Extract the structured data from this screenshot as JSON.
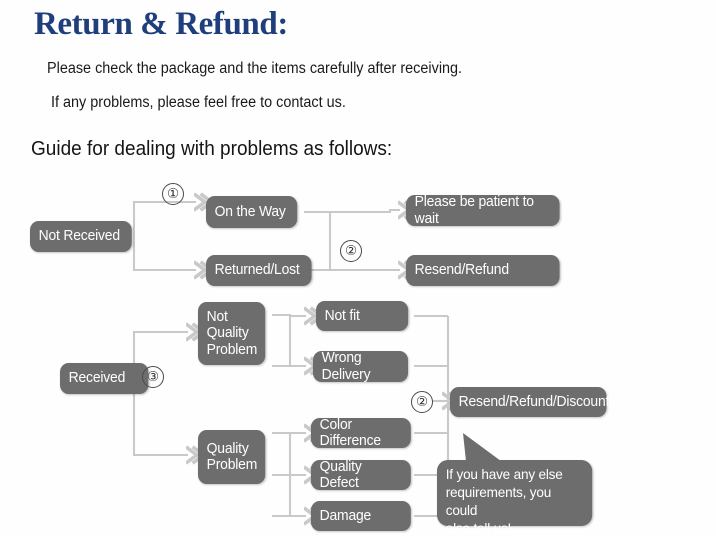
{
  "header": {
    "title": "Return & Refund:",
    "intro_line_1": "Please check the package and the items carefully after receiving.",
    "intro_line_2": "If any problems, please feel free to contact us.",
    "guide_heading": "Guide for dealing with problems as follows:"
  },
  "colors": {
    "title": "#1f3e7c",
    "node_fill": "#6d6d6d",
    "node_text": "#ffffff",
    "connector": "#c9c9c9",
    "page_background": "#fefefe"
  },
  "flow": {
    "nodes": [
      {
        "id": "not-received",
        "label": "Not Received"
      },
      {
        "id": "on-the-way",
        "label": "On the Way"
      },
      {
        "id": "returned-lost",
        "label": "Returned/Lost"
      },
      {
        "id": "please-be-patient",
        "label": "Please be patient to wait"
      },
      {
        "id": "resend-refund",
        "label": "Resend/Refund"
      },
      {
        "id": "received",
        "label": "Received"
      },
      {
        "id": "not-quality-problem",
        "label": "Not\nQuality\nProblem"
      },
      {
        "id": "quality-problem",
        "label": "Quality\nProblem"
      },
      {
        "id": "not-fit",
        "label": "Not fit"
      },
      {
        "id": "wrong-delivery",
        "label": "Wrong Delivery"
      },
      {
        "id": "color-difference",
        "label": "Color Difference"
      },
      {
        "id": "quality-defect",
        "label": "Quality Defect"
      },
      {
        "id": "damage",
        "label": "Damage"
      },
      {
        "id": "resend-refund-discount",
        "label": "Resend/Refund/Discount"
      }
    ],
    "markers": [
      {
        "id": "marker-1",
        "label": "①"
      },
      {
        "id": "marker-2a",
        "label": "②"
      },
      {
        "id": "marker-3",
        "label": "③"
      },
      {
        "id": "marker-2b",
        "label": "②"
      }
    ],
    "callout": {
      "line_1": "If you have any else",
      "line_2": "requirements, you could",
      "line_3": "also tell us!"
    }
  }
}
